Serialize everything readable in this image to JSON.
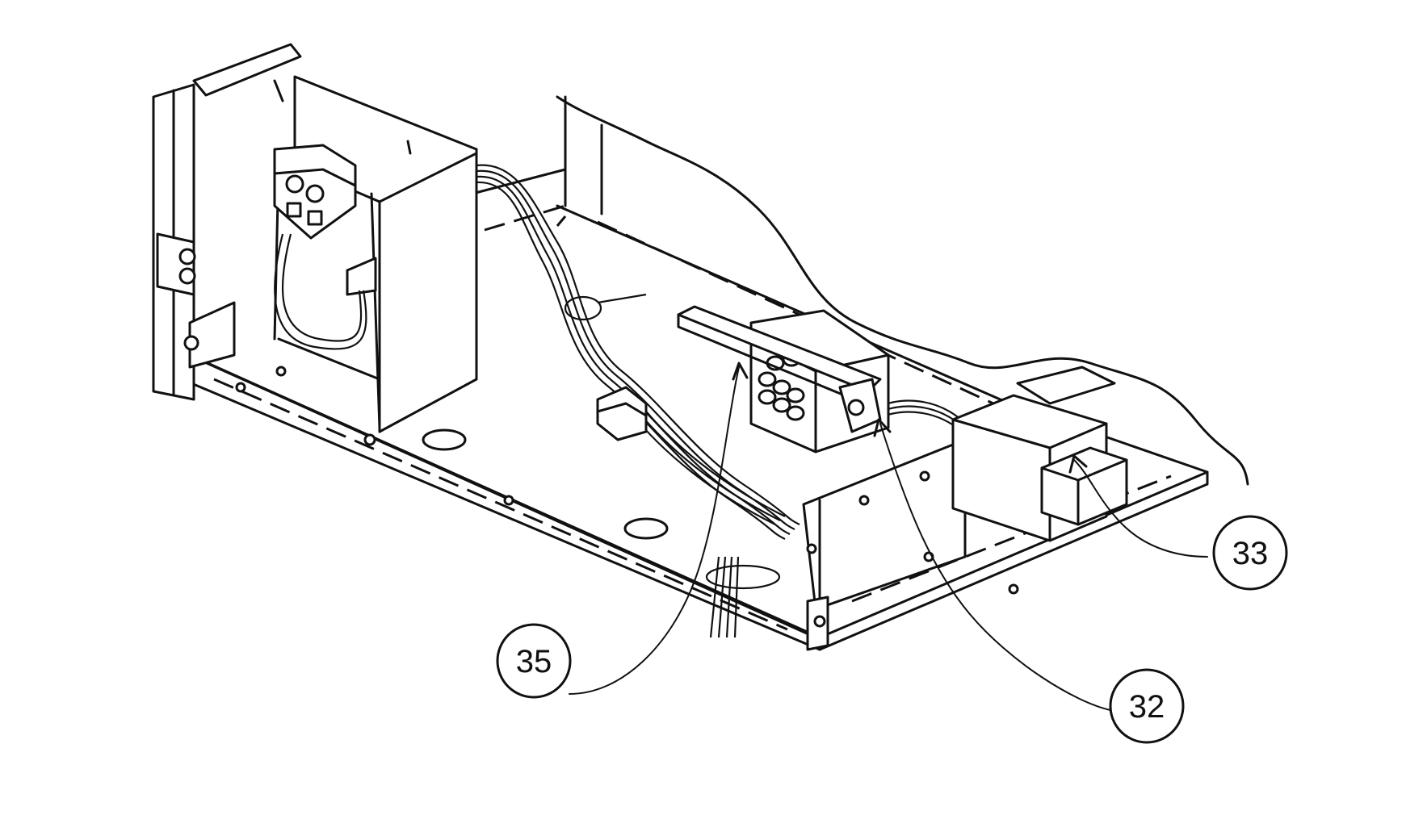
{
  "callouts": [
    {
      "id": "35",
      "label": "35"
    },
    {
      "id": "32",
      "label": "32"
    },
    {
      "id": "33",
      "label": "33"
    }
  ]
}
